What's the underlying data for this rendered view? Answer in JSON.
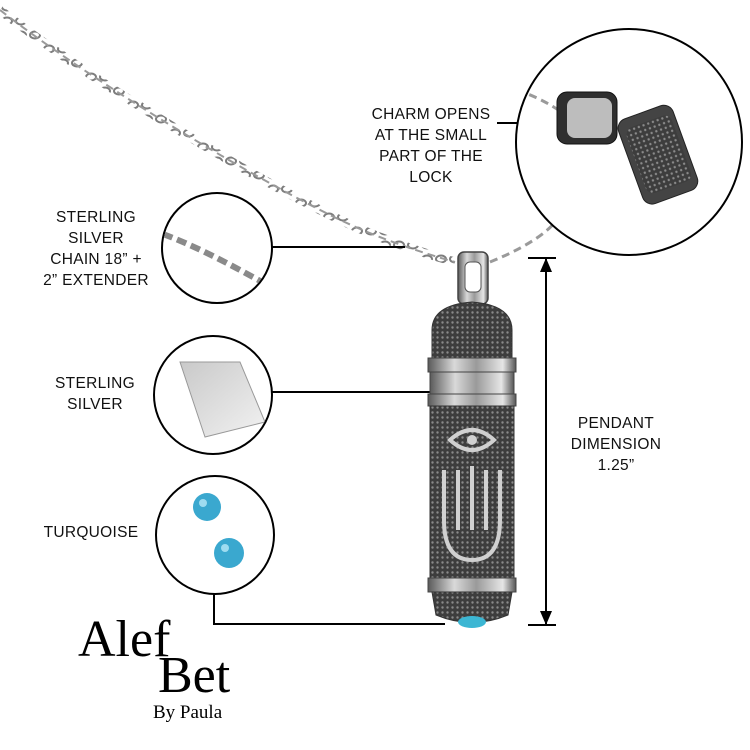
{
  "labels": {
    "charm_opens": "CHARM OPENS\nAT THE SMALL\nPART OF THE\nLOCK",
    "chain": "STERLING\nSILVER\nCHAIN 18” +\n2” EXTENDER",
    "silver": "STERLING\nSILVER",
    "turquoise": "TURQUOISE",
    "pendant": "PENDANT\nDIMENSION\n1.25”"
  },
  "logo": {
    "line1": "Alef",
    "line2": "Bet",
    "line3": "By Paula"
  },
  "icons": {
    "chain": "chain-icon",
    "silver_sheet": "silver-sheet-icon",
    "turquoise": "turquoise-beads-icon",
    "pendant": "mezuzah-pendant-icon"
  }
}
